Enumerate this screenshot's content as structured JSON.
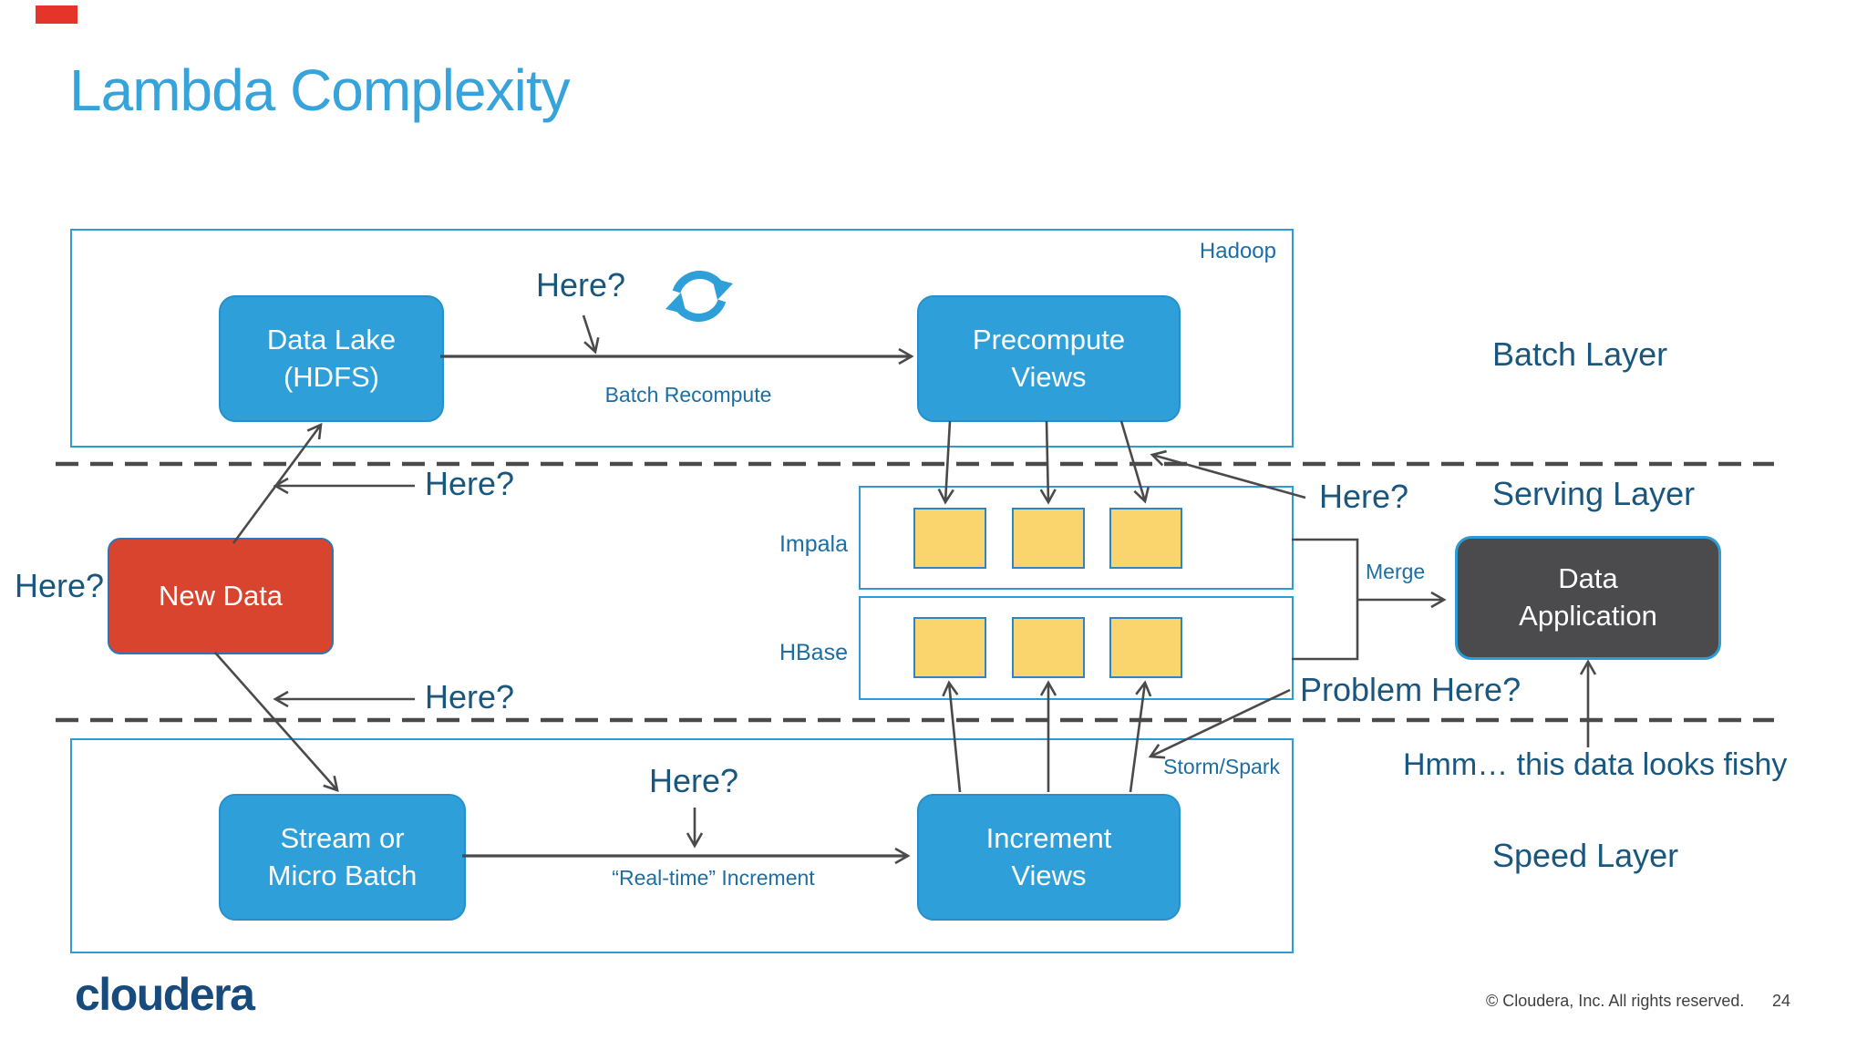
{
  "title": "Lambda Complexity",
  "layers": {
    "batch": {
      "name": "Batch Layer",
      "tech": "Hadoop"
    },
    "serving": {
      "name": "Serving Layer"
    },
    "speed": {
      "name": "Speed Layer",
      "tech": "Storm/Spark"
    }
  },
  "nodes": {
    "data_lake": {
      "line1": "Data Lake",
      "line2": "(HDFS)"
    },
    "precompute_views": {
      "line1": "Precompute",
      "line2": "Views"
    },
    "new_data": {
      "label": "New Data"
    },
    "stream_or_micro_batch": {
      "line1": "Stream or",
      "line2": "Micro Batch"
    },
    "increment_views": {
      "line1": "Increment",
      "line2": "Views"
    },
    "data_application": {
      "line1": "Data",
      "line2": "Application"
    }
  },
  "serving_stores": {
    "impala_label": "Impala",
    "hbase_label": "HBase"
  },
  "annotations": {
    "here_batch": "Here?",
    "here_serving_right": "Here?",
    "here_serving_left": "Here?",
    "here_new_data": "Here?",
    "here_speed_left": "Here?",
    "here_speed_mid": "Here?",
    "batch_recompute": "Batch Recompute",
    "realtime_increment": "“Real-time” Increment",
    "merge": "Merge",
    "problem_here": "Problem Here?",
    "data_looks_fishy": "Hmm… this data looks fishy"
  },
  "icons": {
    "refresh": "refresh-icon"
  },
  "footer": {
    "logo": "cloudera",
    "copyright": "© Cloudera, Inc. All rights reserved.",
    "page_number": "24"
  },
  "colors": {
    "title_blue": "#36A3DB",
    "accent_blue": "#2E9FD9",
    "navy_text": "#19577E",
    "medium_blue_text": "#1C6EA4",
    "node_red": "#D9442F",
    "square_yellow": "#FAD56E",
    "connector_gray": "#4A4A4A",
    "data_app_gray": "#4B4B4D",
    "logo_navy": "#174A7D"
  }
}
